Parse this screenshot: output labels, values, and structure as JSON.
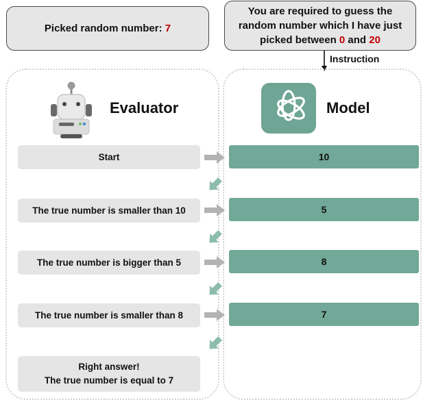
{
  "header": {
    "picked_label": "Picked random number:",
    "picked_value": "7",
    "instruction_pre": "You are required to guess the random number which I have just picked between",
    "instruction_low": "0",
    "instruction_and": "and",
    "instruction_high": "20",
    "instruction_arrow_label": "Instruction"
  },
  "evaluator": {
    "title": "Evaluator",
    "icon": "robot-icon",
    "messages": [
      "Start",
      "The true number is smaller than 10",
      "The true number is bigger than 5",
      "The true number is smaller than 8"
    ],
    "final_line1": "Right answer!",
    "final_line2": "The true number is equal to 7"
  },
  "model": {
    "title": "Model",
    "icon": "openai-logo-icon",
    "guesses": [
      "10",
      "5",
      "8",
      "7"
    ]
  },
  "colors": {
    "accent_red": "#c00000",
    "model_green": "#71a897",
    "eval_gray": "#e5e5e5",
    "arrow_gray": "#b3b3b3",
    "arrow_green": "#8cbcac"
  }
}
